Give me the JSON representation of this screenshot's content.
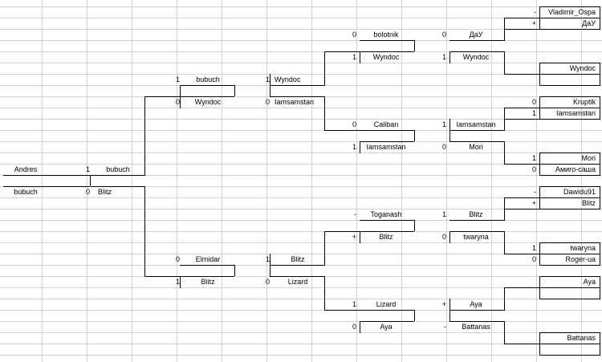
{
  "bracket": {
    "round1": {
      "top": {
        "name": "Andres",
        "score": "1"
      },
      "bottom": {
        "name": "bubuch",
        "score": "0"
      }
    },
    "round2": {
      "top": {
        "name": "bubuch"
      },
      "bottom": {
        "name": "Blitz"
      }
    },
    "round3": {
      "upper": {
        "top": {
          "score": "1",
          "name": "bubuch"
        },
        "bottom": {
          "score": "0",
          "name": "Wyndoc"
        }
      },
      "lower": {
        "top": {
          "score": "0",
          "name": "Elmidar"
        },
        "bottom": {
          "score": "1",
          "name": "Blitz"
        }
      }
    },
    "round4": {
      "upper": {
        "top": {
          "score": "1",
          "name": "Wyndoc"
        },
        "bottom": {
          "score": "0",
          "name": "Iamsamstan"
        }
      },
      "lower": {
        "top": {
          "score": "1",
          "name": "Blitz"
        },
        "bottom": {
          "score": "0",
          "name": "Lizard"
        }
      }
    },
    "round5": [
      {
        "top": {
          "score": "0",
          "name": "bolotnik"
        },
        "bottom": {
          "score": "1",
          "name": "Wyndoc"
        }
      },
      {
        "top": {
          "score": "0",
          "name": "Caliban"
        },
        "bottom": {
          "score": "1",
          "name": "Iamsamstan"
        }
      },
      {
        "top": {
          "score": "-",
          "name": "Toganash"
        },
        "bottom": {
          "score": "+",
          "name": "Blitz"
        }
      },
      {
        "top": {
          "score": "1",
          "name": "Lizard"
        },
        "bottom": {
          "score": "0",
          "name": "Aya"
        }
      }
    ],
    "round6": [
      {
        "top": {
          "score": "0",
          "name": "ДаУ"
        },
        "bottom": {
          "score": "1",
          "name": "Wyndoc"
        }
      },
      {
        "top": {
          "score": "1",
          "name": "Iamsamstan"
        },
        "bottom": {
          "score": "0",
          "name": "Mori"
        }
      },
      {
        "top": {
          "score": "1",
          "name": "Blitz"
        },
        "bottom": {
          "score": "0",
          "name": "twaryna"
        }
      },
      {
        "top": {
          "score": "+",
          "name": "Aya"
        },
        "bottom": {
          "score": "-",
          "name": "Battanas"
        }
      }
    ],
    "round7": [
      {
        "top": {
          "score": "-",
          "name": "Vladimir_Ospa"
        },
        "bottom": {
          "score": "+",
          "name": "ДаУ"
        }
      },
      {
        "top": {
          "score": "",
          "name": "Wyndoc"
        },
        "bottom": {
          "score": "",
          "name": ""
        }
      },
      {
        "top": {
          "score": "0",
          "name": "Kruptik"
        },
        "bottom": {
          "score": "1",
          "name": "Iamsamstan"
        }
      },
      {
        "top": {
          "score": "1",
          "name": "Mori"
        },
        "bottom": {
          "score": "0",
          "name": "Амиго-саша"
        }
      },
      {
        "top": {
          "score": "-",
          "name": "Dawidu91"
        },
        "bottom": {
          "score": "+",
          "name": "Blitz"
        }
      },
      {
        "top": {
          "score": "1",
          "name": "twaryna"
        },
        "bottom": {
          "score": "0",
          "name": "Roger-ua"
        }
      },
      {
        "top": {
          "score": "",
          "name": "Aya"
        },
        "bottom": {
          "score": "",
          "name": ""
        }
      },
      {
        "top": {
          "score": "",
          "name": "Battanas"
        },
        "bottom": {
          "score": "",
          "name": ""
        }
      }
    ]
  }
}
